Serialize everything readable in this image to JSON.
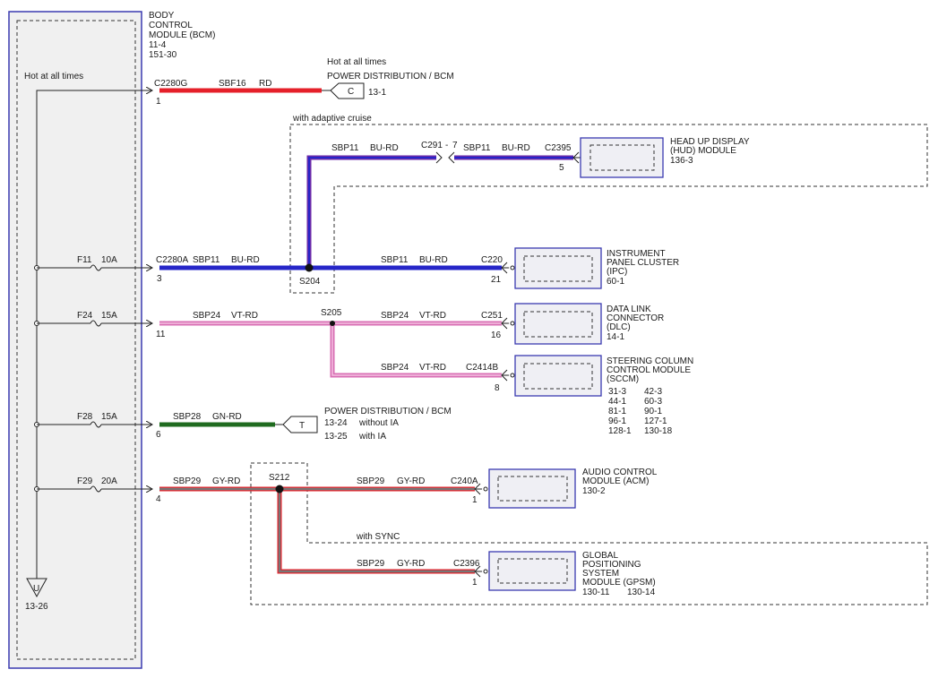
{
  "bcm": {
    "title": [
      "BODY",
      "CONTROL",
      "MODULE (BCM)"
    ],
    "refs": [
      "11-4",
      "151-30"
    ],
    "hot_label": "Hot at all times",
    "ground_ref": "13-26",
    "ground_symbol": "U"
  },
  "top_feed": {
    "connector": "C2280G",
    "pin": "1",
    "circuit": "SBF16",
    "color": "RD",
    "hot_label": "Hot at all times",
    "source": "POWER DISTRIBUTION / BCM",
    "source_ref": "13-1",
    "terminal": "C"
  },
  "fuses": [
    {
      "id": "F11",
      "rating": "10A"
    },
    {
      "id": "F24",
      "rating": "15A"
    },
    {
      "id": "F28",
      "rating": "15A"
    },
    {
      "id": "F29",
      "rating": "20A"
    }
  ],
  "bcm_connectors": {
    "f11": {
      "connector": "C2280A",
      "pin": "3"
    },
    "f24": {
      "pin": "11"
    },
    "f28": {
      "pin": "6"
    },
    "f29": {
      "pin": "4"
    }
  },
  "wires": {
    "sbp11": {
      "circuit": "SBP11",
      "color": "BU-RD"
    },
    "sbp24": {
      "circuit": "SBP24",
      "color": "VT-RD"
    },
    "sbp28": {
      "circuit": "SBP28",
      "color": "GN-RD"
    },
    "sbp29": {
      "circuit": "SBP29",
      "color": "GY-RD"
    }
  },
  "splices": {
    "s204": "S204",
    "s205": "S205",
    "s212": "S212"
  },
  "options": {
    "adaptive": "with adaptive cruise",
    "sync": "with SYNC"
  },
  "inline": {
    "c291": "C291",
    "c291_pin": "7"
  },
  "modules": {
    "hud": {
      "lines": [
        "HEAD UP DISPLAY",
        "(HUD) MODULE"
      ],
      "refs": [
        "136-3"
      ],
      "connector": "C2395",
      "pin": "5"
    },
    "ipc": {
      "lines": [
        "INSTRUMENT",
        "PANEL CLUSTER",
        "(IPC)"
      ],
      "refs": [
        "60-1"
      ],
      "connector": "C220",
      "pin": "21"
    },
    "dlc": {
      "lines": [
        "DATA LINK",
        "CONNECTOR",
        "(DLC)"
      ],
      "refs": [
        "14-1"
      ],
      "connector": "C251",
      "pin": "16"
    },
    "sccm": {
      "lines": [
        "STEERING COLUMN",
        "CONTROL MODULE",
        "(SCCM)"
      ],
      "refs": [
        [
          "31-3",
          "42-3"
        ],
        [
          "44-1",
          "60-3"
        ],
        [
          "81-1",
          "90-1"
        ],
        [
          "96-1",
          "127-1"
        ],
        [
          "128-1",
          "130-18"
        ]
      ],
      "connector": "C2414B",
      "pin": "8"
    },
    "acm": {
      "lines": [
        "AUDIO CONTROL",
        "MODULE (ACM)"
      ],
      "refs": [
        "130-2"
      ],
      "connector": "C240A",
      "pin": "1"
    },
    "gpsm": {
      "lines": [
        "GLOBAL",
        "POSITIONING",
        "SYSTEM",
        "MODULE (GPSM)"
      ],
      "refs": [
        "130-11",
        "130-14"
      ],
      "connector": "C2396",
      "pin": "1"
    }
  },
  "pd_sbp28": {
    "title": "POWER DISTRIBUTION / BCM",
    "terminal": "T",
    "ref1": "13-24",
    "ref1_note": "without IA",
    "ref2": "13-25",
    "ref2_note": "with IA"
  },
  "colors": {
    "red": "#e5202a",
    "blue": "#2626c8",
    "purple_blue": "#6a2aa8",
    "pink": "#d86fb4",
    "pink_light": "#f4c2e2",
    "green": "#1f6b1f",
    "gray": "#8a8a8a",
    "module_fill": "#efeff4",
    "module_border": "#3a3ab0"
  }
}
